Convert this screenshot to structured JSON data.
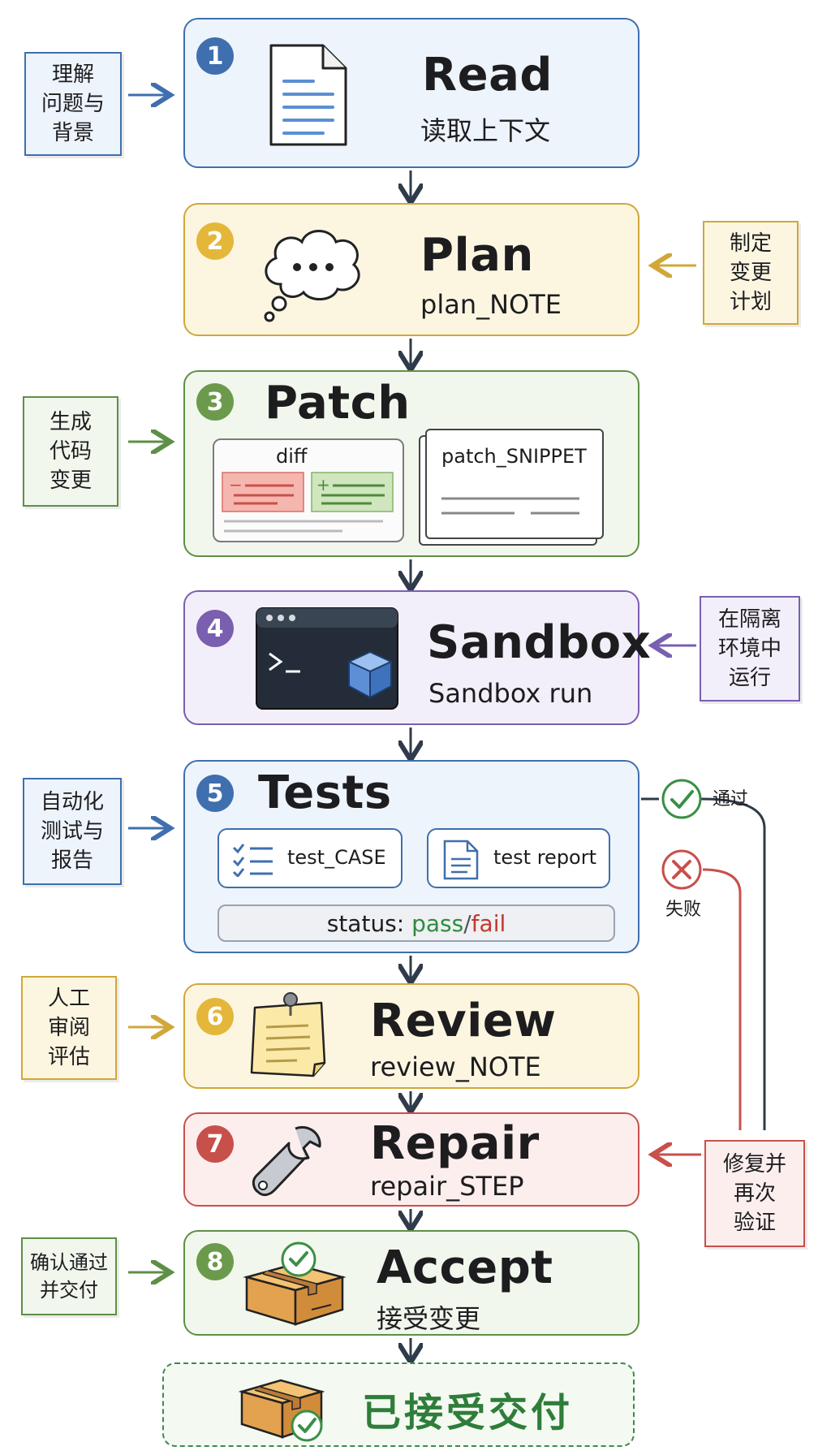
{
  "colors": {
    "blue": "#3f6fae",
    "yellow": "#d1a73a",
    "green": "#5e8f46",
    "purple": "#7a5fb0",
    "red": "#c8504a",
    "pass": "#2e8b3d",
    "fail": "#c0392b"
  },
  "stages": [
    {
      "number": "1",
      "title": "Read",
      "subtitle": "读取上下文",
      "icon": "document-icon"
    },
    {
      "number": "2",
      "title": "Plan",
      "subtitle": "plan_NOTE",
      "icon": "thought-bubble-icon"
    },
    {
      "number": "3",
      "title": "Patch",
      "diff_label": "diff",
      "snippet_label": "patch_SNIPPET",
      "icon": "diff-icon"
    },
    {
      "number": "4",
      "title": "Sandbox",
      "subtitle": "Sandbox run",
      "icon": "terminal-cube-icon"
    },
    {
      "number": "5",
      "title": "Tests",
      "case_label": "test_CASE",
      "report_label": "test report",
      "status_label": "status:",
      "status_pass": "pass",
      "status_sep": "/",
      "status_fail": "fail",
      "icon": "checklist-icon"
    },
    {
      "number": "6",
      "title": "Review",
      "subtitle": "review_NOTE",
      "icon": "sticky-note-icon"
    },
    {
      "number": "7",
      "title": "Repair",
      "subtitle": "repair_STEP",
      "icon": "wrench-icon"
    },
    {
      "number": "8",
      "title": "Accept",
      "subtitle": "接受变更",
      "icon": "box-check-icon"
    }
  ],
  "notes": {
    "read": "理解\n问题与\n背景",
    "plan": "制定\n变更\n计划",
    "patch": "生成\n代码\n变更",
    "sandbox": "在隔离\n环境中\n运行",
    "tests": "自动化\n测试与\n报告",
    "review": "人工\n审阅\n评估",
    "repair": "修复并\n再次\n验证",
    "accept": "确认通过\n并交付"
  },
  "branches": {
    "pass": "通过",
    "fail": "失败"
  },
  "final": {
    "label": "已接受交付",
    "icon": "box-check-icon"
  }
}
